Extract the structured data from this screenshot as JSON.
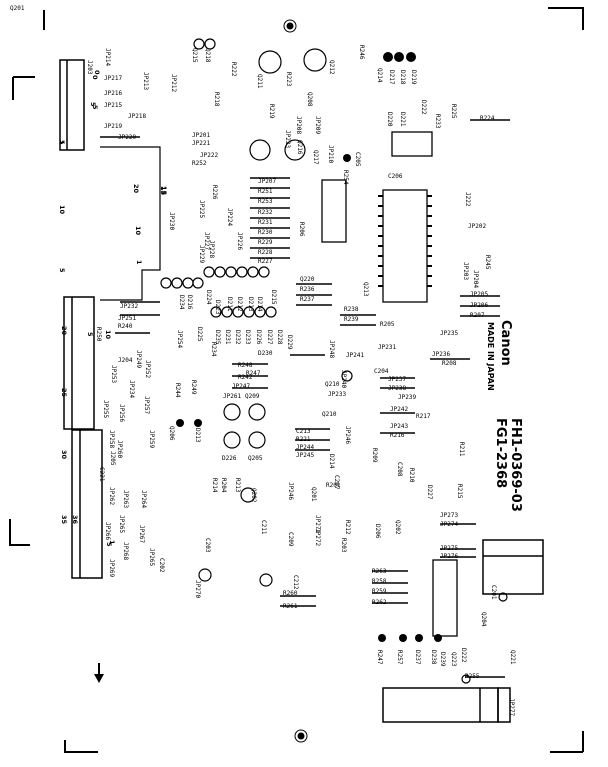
{
  "board": {
    "maker": "Canon",
    "origin": "MADE IN JAPAN",
    "part_number": "FH1-0369-03",
    "board_number": "FG1-2368"
  },
  "labels": [
    {
      "t": "J203"
    },
    {
      "t": "JP214"
    },
    {
      "t": "JP213"
    },
    {
      "t": "JP212"
    },
    {
      "t": "JP217"
    },
    {
      "t": "JP216"
    },
    {
      "t": "JP215"
    },
    {
      "t": "JP218"
    },
    {
      "t": "JP219"
    },
    {
      "t": "JP220"
    },
    {
      "t": "Q215"
    },
    {
      "t": "Q218"
    },
    {
      "t": "R222"
    },
    {
      "t": "R218"
    },
    {
      "t": "Q211"
    },
    {
      "t": "R223"
    },
    {
      "t": "R219"
    },
    {
      "t": "Q212"
    },
    {
      "t": "Q208"
    },
    {
      "t": "JP209"
    },
    {
      "t": "JP208"
    },
    {
      "t": "R246"
    },
    {
      "t": "Q214"
    },
    {
      "t": "D217"
    },
    {
      "t": "D218"
    },
    {
      "t": "D219"
    },
    {
      "t": "D220"
    },
    {
      "t": "D221"
    },
    {
      "t": "D222"
    },
    {
      "t": "R233"
    },
    {
      "t": "R225"
    },
    {
      "t": "R224"
    },
    {
      "t": "JP201"
    },
    {
      "t": "JP221"
    },
    {
      "t": "JP222"
    },
    {
      "t": "R252"
    },
    {
      "t": "JP223"
    },
    {
      "t": "Q216"
    },
    {
      "t": "Q217"
    },
    {
      "t": "JP210"
    },
    {
      "t": "R254"
    },
    {
      "t": "C205"
    },
    {
      "t": "C206"
    },
    {
      "t": "JP207"
    },
    {
      "t": "R251"
    },
    {
      "t": "R253"
    },
    {
      "t": "R232"
    },
    {
      "t": "R231"
    },
    {
      "t": "R230"
    },
    {
      "t": "R229"
    },
    {
      "t": "R228"
    },
    {
      "t": "R227"
    },
    {
      "t": "R226"
    },
    {
      "t": "JP224"
    },
    {
      "t": "JP225"
    },
    {
      "t": "JP226"
    },
    {
      "t": "JP227"
    },
    {
      "t": "JP228"
    },
    {
      "t": "JP229"
    },
    {
      "t": "JP230"
    },
    {
      "t": "J222"
    },
    {
      "t": "JP202"
    },
    {
      "t": "R245"
    },
    {
      "t": "JP203"
    },
    {
      "t": "JP204"
    },
    {
      "t": "JP205"
    },
    {
      "t": "JP206"
    },
    {
      "t": "R207"
    },
    {
      "t": "R206"
    },
    {
      "t": "Q213"
    },
    {
      "t": "Q220"
    },
    {
      "t": "R236"
    },
    {
      "t": "R237"
    },
    {
      "t": "R238"
    },
    {
      "t": "R239"
    },
    {
      "t": "R205"
    },
    {
      "t": "JP235"
    },
    {
      "t": "JP231"
    },
    {
      "t": "JP236"
    },
    {
      "t": "R208"
    },
    {
      "t": "JP232"
    },
    {
      "t": "JP251"
    },
    {
      "t": "R240"
    },
    {
      "t": "R250"
    },
    {
      "t": "J204"
    },
    {
      "t": "JP249"
    },
    {
      "t": "JP252"
    },
    {
      "t": "JP253"
    },
    {
      "t": "JP254"
    },
    {
      "t": "R234"
    },
    {
      "t": "D225"
    },
    {
      "t": "D224"
    },
    {
      "t": "D223"
    },
    {
      "t": "D211"
    },
    {
      "t": "D212"
    },
    {
      "t": "D213"
    },
    {
      "t": "D214"
    },
    {
      "t": "D215"
    },
    {
      "t": "D216"
    },
    {
      "t": "D234"
    },
    {
      "t": "D235"
    },
    {
      "t": "D231"
    },
    {
      "t": "D232"
    },
    {
      "t": "D233"
    },
    {
      "t": "D226"
    },
    {
      "t": "D227"
    },
    {
      "t": "D228"
    },
    {
      "t": "D229"
    },
    {
      "t": "D230"
    },
    {
      "t": "R248"
    },
    {
      "t": "R242"
    },
    {
      "t": "R247"
    },
    {
      "t": "JP247"
    },
    {
      "t": "R244"
    },
    {
      "t": "R249"
    },
    {
      "t": "JP248"
    },
    {
      "t": "JP240"
    },
    {
      "t": "Q210"
    },
    {
      "t": "JP241"
    },
    {
      "t": "C204"
    },
    {
      "t": "JP237"
    },
    {
      "t": "JP238"
    },
    {
      "t": "JP239"
    },
    {
      "t": "JP233"
    },
    {
      "t": "JP242"
    },
    {
      "t": "R217"
    },
    {
      "t": "JP234"
    },
    {
      "t": "JP255"
    },
    {
      "t": "JP256"
    },
    {
      "t": "JP257"
    },
    {
      "t": "JP258"
    },
    {
      "t": "JP259"
    },
    {
      "t": "JP260"
    },
    {
      "t": "JP261"
    },
    {
      "t": "Q209"
    },
    {
      "t": "Q210"
    },
    {
      "t": "C213"
    },
    {
      "t": "R221"
    },
    {
      "t": "JP244"
    },
    {
      "t": "JP245"
    },
    {
      "t": "JP246"
    },
    {
      "t": "JP243"
    },
    {
      "t": "R216"
    },
    {
      "t": "R211"
    },
    {
      "t": "D226"
    },
    {
      "t": "Q205"
    },
    {
      "t": "Q206"
    },
    {
      "t": "D213"
    },
    {
      "t": "D214"
    },
    {
      "t": "C208"
    },
    {
      "t": "R210"
    },
    {
      "t": "R209"
    },
    {
      "t": "C221"
    },
    {
      "t": "J205"
    },
    {
      "t": "JP262"
    },
    {
      "t": "JP263"
    },
    {
      "t": "JP264"
    },
    {
      "t": "JP265"
    },
    {
      "t": "JP266"
    },
    {
      "t": "JP267"
    },
    {
      "t": "JP268"
    },
    {
      "t": "JP269"
    },
    {
      "t": "R214"
    },
    {
      "t": "R213"
    },
    {
      "t": "R204"
    },
    {
      "t": "Q202"
    },
    {
      "t": "JP246"
    },
    {
      "t": "C207"
    },
    {
      "t": "R201"
    },
    {
      "t": "Q201"
    },
    {
      "t": "D227"
    },
    {
      "t": "R215"
    },
    {
      "t": "C211"
    },
    {
      "t": "C209"
    },
    {
      "t": "JP271"
    },
    {
      "t": "JP272"
    },
    {
      "t": "R212"
    },
    {
      "t": "R203"
    },
    {
      "t": "D206"
    },
    {
      "t": "Q202"
    },
    {
      "t": "JP273"
    },
    {
      "t": "JP274"
    },
    {
      "t": "JP275"
    },
    {
      "t": "JP276"
    },
    {
      "t": "C203"
    },
    {
      "t": "C202"
    },
    {
      "t": "JP265"
    },
    {
      "t": "JP270"
    },
    {
      "t": "C212"
    },
    {
      "t": "R260"
    },
    {
      "t": "R261"
    },
    {
      "t": "R263"
    },
    {
      "t": "R258"
    },
    {
      "t": "R259"
    },
    {
      "t": "R262"
    },
    {
      "t": "C201"
    },
    {
      "t": "Q204"
    },
    {
      "t": "R247"
    },
    {
      "t": "R257"
    },
    {
      "t": "D237"
    },
    {
      "t": "D238"
    },
    {
      "t": "D239"
    },
    {
      "t": "Q223"
    },
    {
      "t": "D222"
    },
    {
      "t": "Q221"
    },
    {
      "t": "R255"
    },
    {
      "t": "JP277"
    },
    {
      "t": "Q201"
    }
  ],
  "pin_numbers": [
    "0",
    "5",
    "1",
    "5",
    "20",
    "15",
    "10",
    "5",
    "1",
    "20",
    "25",
    "30",
    "35",
    "36",
    "10",
    "5",
    "0",
    "1",
    "15",
    "5",
    "10",
    "5"
  ],
  "symbols": {
    "arrow": "down-arrow-icon",
    "target": "registration-mark-icon"
  }
}
